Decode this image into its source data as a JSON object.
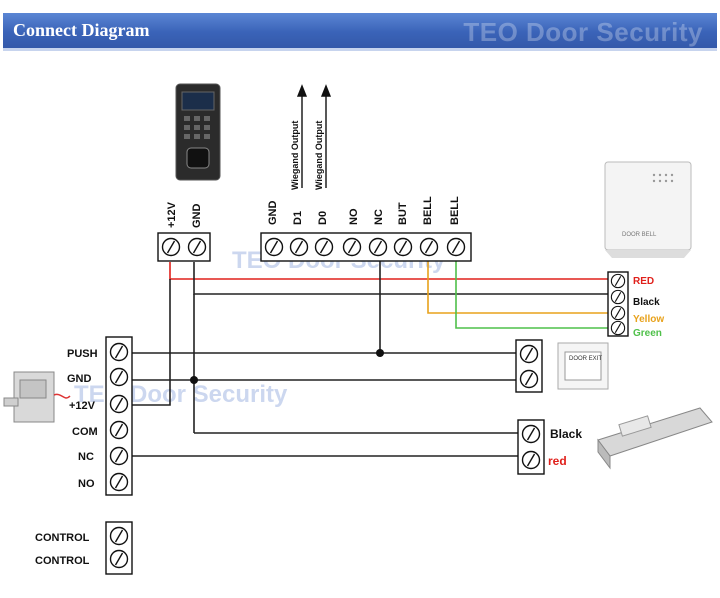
{
  "header": {
    "title": "Connect Diagram",
    "watermark": "TEO Door Security"
  },
  "watermark_text": "TEO Door Security",
  "reader_power_labels": [
    "+12V",
    "GND"
  ],
  "reader_terminal_labels": [
    "GND",
    "D1",
    "D0",
    "NO",
    "NC",
    "BUT",
    "BELL",
    "BELL"
  ],
  "wiegand_labels": [
    "Wiegand Output",
    "Wiegand Output"
  ],
  "power_supply_labels": [
    "PUSH",
    "GND",
    "+12V",
    "COM",
    "NC",
    "NO"
  ],
  "control_labels": [
    "CONTROL",
    "CONTROL"
  ],
  "bell_wire_labels": [
    "RED",
    "Black",
    "Yellow",
    "Green"
  ],
  "lock_wire_labels": [
    "Black",
    "red"
  ],
  "exit_button_text": "DOOR EXIT",
  "door_bell_text": "DOOR BELL",
  "colors": {
    "red": "#e0201b",
    "yellow": "#e8a21c",
    "green": "#4fc04a",
    "black": "#222222",
    "header": "#3a63b8"
  }
}
